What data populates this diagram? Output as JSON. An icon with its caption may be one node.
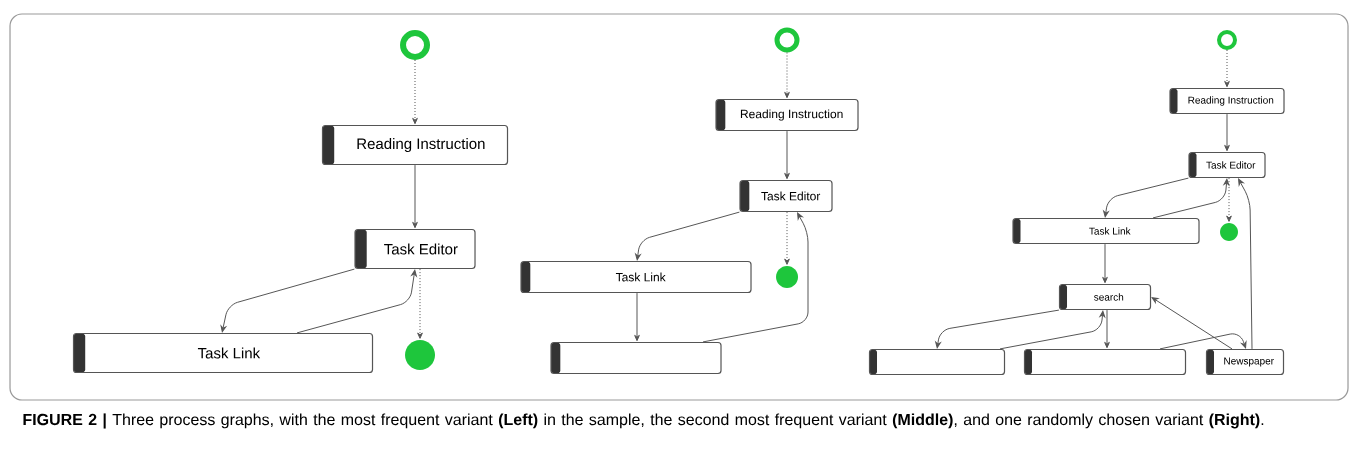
{
  "diagram": {
    "caption": "**FIGURE 2 |** Three process graphs, with the most frequent variant **(Left)** in the sample, the second most frequent variant **(Middle)**, and one randomly chosen variant **(Right)**.",
    "nodes": [
      {
        "text": [],
        "shape": "circle"
      },
      {
        "text": [
          "Reading Instruction"
        ]
      },
      {
        "text": [
          "Task Editor"
        ]
      },
      {
        "text": [
          "Task Link"
        ]
      },
      {
        "text": [],
        "shape": "dot"
      },
      {
        "text": [],
        "shape": "circle"
      },
      {
        "text": [
          "Reading Instruction"
        ]
      },
      {
        "text": [
          "Task Editor"
        ]
      },
      {
        "text": [
          "Task Link"
        ]
      },
      {
        "text": [],
        "shape": "dot"
      },
      {
        "text": [],
        "shape": "box"
      },
      {
        "text": [],
        "shape": "circle"
      },
      {
        "text": [
          "Reading Instruction"
        ]
      },
      {
        "text": [
          "Task Editor"
        ]
      },
      {
        "text": [
          "Task Link"
        ]
      },
      {
        "text": [],
        "shape": "dot"
      },
      {
        "text": [
          "search"
        ]
      },
      {
        "text": [],
        "shape": "box"
      },
      {
        "text": [],
        "shape": "box"
      },
      {
        "text": [
          "Newspaper"
        ]
      }
    ],
    "edges": [
      {
        "from": 0,
        "to": 1,
        "arrow": "to",
        "style": "dashed"
      },
      {
        "from": 1,
        "to": 2,
        "arrow": "to"
      },
      {
        "from": 2,
        "to": 3,
        "arrow": "to"
      },
      {
        "from": 3,
        "to": 2,
        "arrow": "to"
      },
      {
        "from": 2,
        "to": 4,
        "arrow": "to",
        "style": "dashed"
      },
      {
        "from": 5,
        "to": 6,
        "arrow": "to",
        "style": "dashed"
      },
      {
        "from": 6,
        "to": 7,
        "arrow": "to"
      },
      {
        "from": 7,
        "to": 8,
        "arrow": "to"
      },
      {
        "from": 7,
        "to": 9,
        "arrow": "to",
        "style": "dashed"
      },
      {
        "from": 8,
        "to": 10,
        "arrow": "to"
      },
      {
        "from": 10,
        "to": 7,
        "arrow": "to"
      },
      {
        "from": 11,
        "to": 12,
        "arrow": "to",
        "style": "dashed"
      },
      {
        "from": 12,
        "to": 13,
        "arrow": "to"
      },
      {
        "from": 13,
        "to": 14,
        "arrow": "to"
      },
      {
        "from": 14,
        "to": 13,
        "arrow": "to"
      },
      {
        "from": 13,
        "to": 15,
        "arrow": "to",
        "style": "dashed"
      },
      {
        "from": 14,
        "to": 16,
        "arrow": "to"
      },
      {
        "from": 16,
        "to": 17,
        "arrow": "to"
      },
      {
        "from": 17,
        "to": 16,
        "arrow": "to"
      },
      {
        "from": 16,
        "to": 18,
        "arrow": "to"
      },
      {
        "from": 18,
        "to": 19,
        "arrow": "to"
      },
      {
        "from": 19,
        "to": 16,
        "arrow": "to"
      },
      {
        "from": 19,
        "to": 13,
        "arrow": "to"
      }
    ]
  }
}
